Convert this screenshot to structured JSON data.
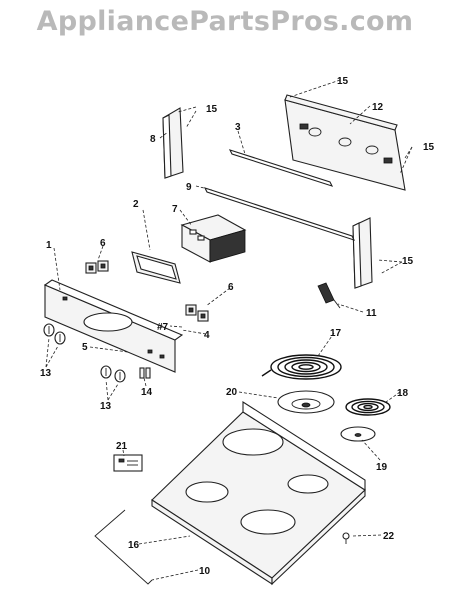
{
  "watermark": "AppliancePartsPros.com",
  "callouts": {
    "c1": "1",
    "c2": "2",
    "c3": "3",
    "c4": "4",
    "c4b": "#7",
    "c5": "5",
    "c6a": "6",
    "c6b": "6",
    "c7": "7",
    "c8": "8",
    "c9": "9",
    "c10": "10",
    "c11": "11",
    "c12": "12",
    "c13a": "13",
    "c13b": "13",
    "c14": "14",
    "c15a": "15",
    "c15b": "15",
    "c15c": "15",
    "c15d": "15",
    "c16": "16",
    "c17": "17",
    "c18": "18",
    "c19": "19",
    "c20": "20",
    "c21": "21",
    "c22": "22"
  }
}
